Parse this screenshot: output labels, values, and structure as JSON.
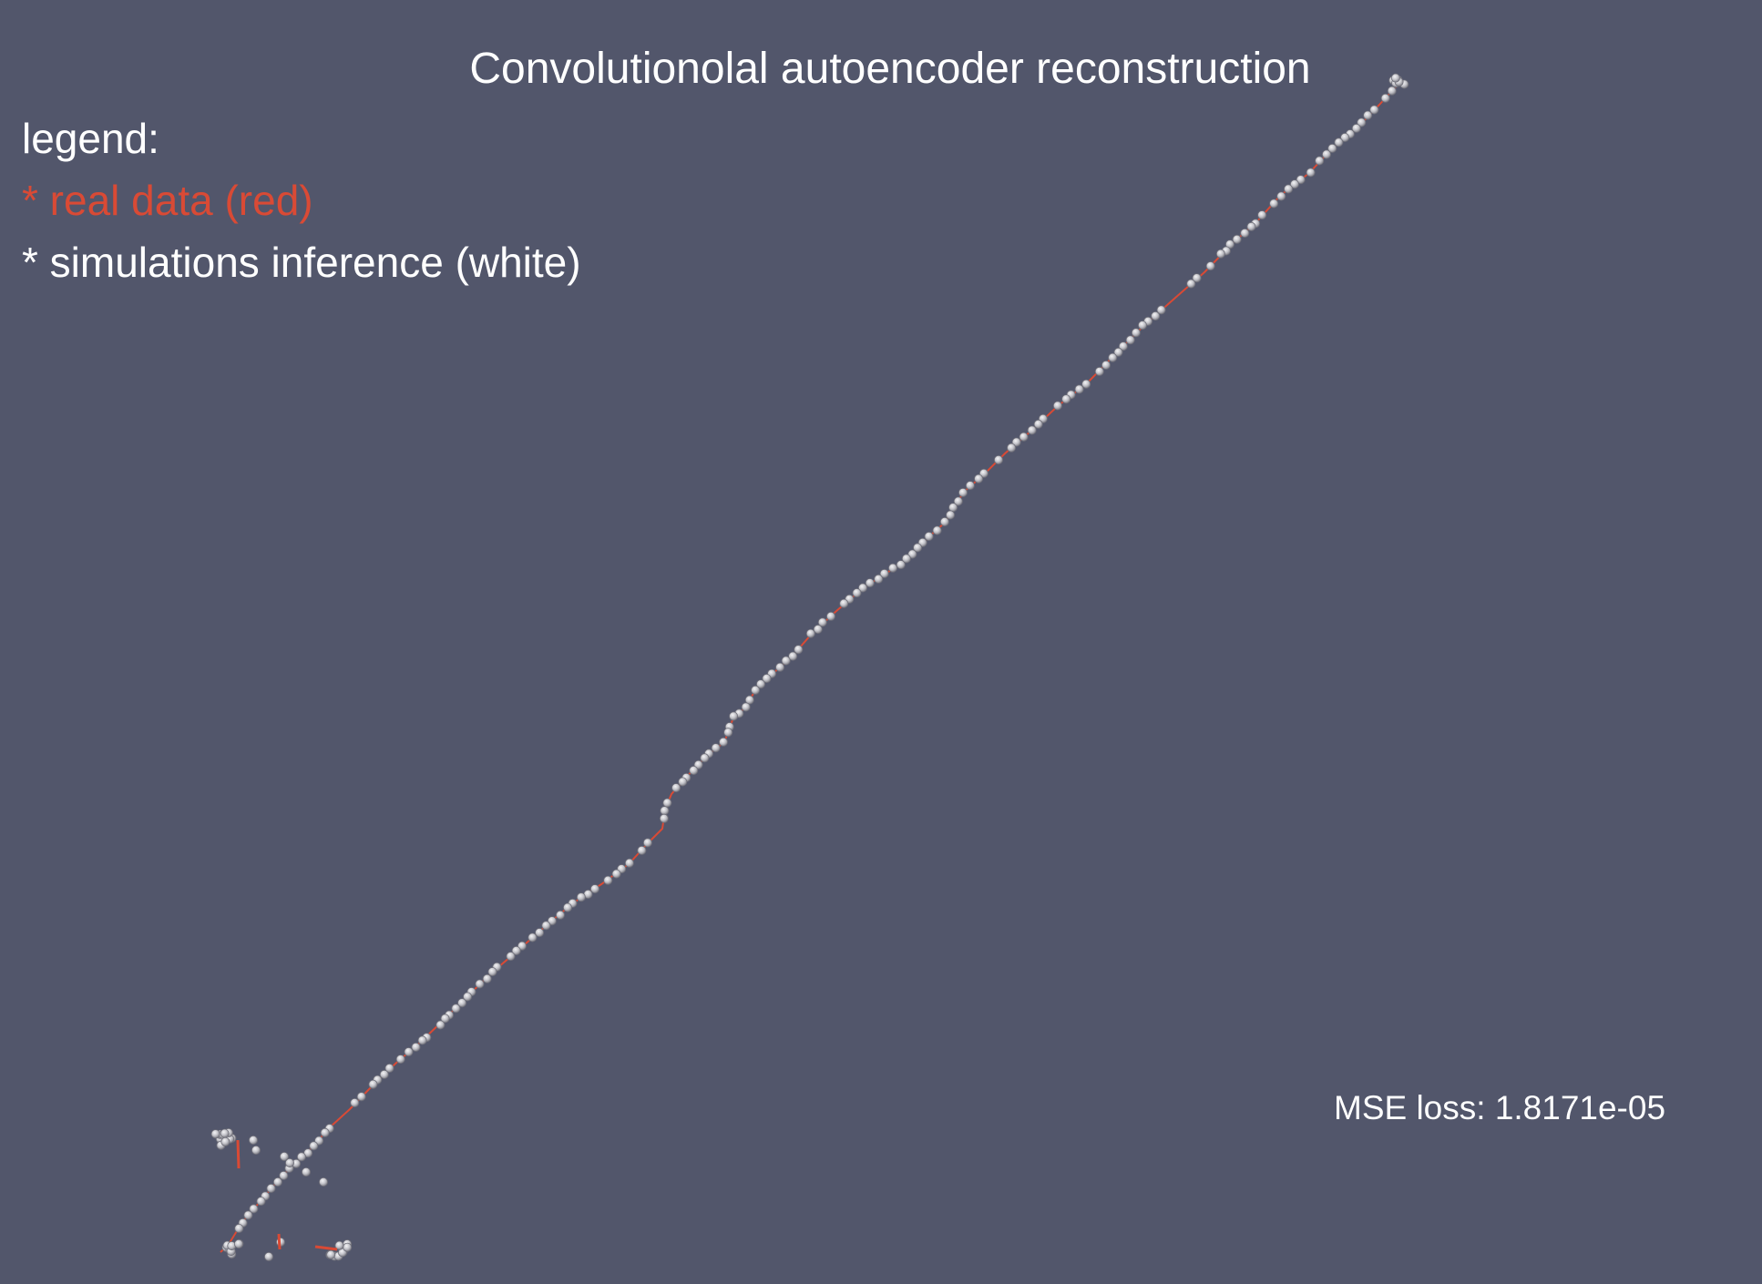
{
  "title": "Convolutionolal autoencoder reconstruction",
  "legend": {
    "heading": "legend:",
    "real": "* real data (red)",
    "sim": "* simulations inference (white)"
  },
  "mse": "MSE loss: 1.8171e-05",
  "colors": {
    "background": "#52566b",
    "real": "#d94a35",
    "sim": "#c9c9cf"
  }
}
